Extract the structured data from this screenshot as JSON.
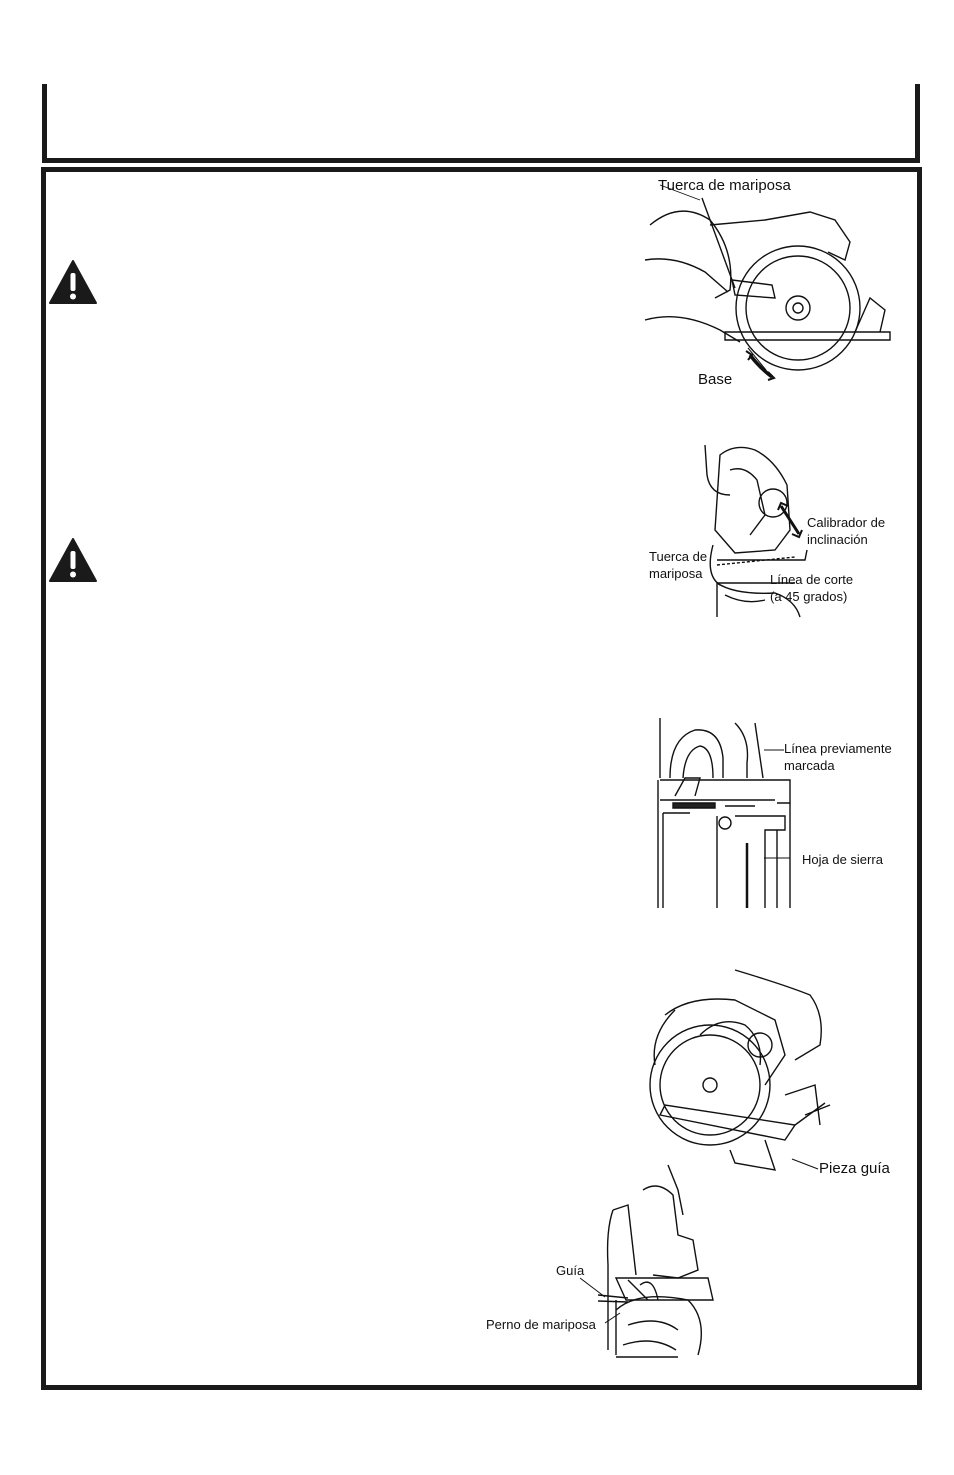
{
  "figures": {
    "fig1": {
      "label_nut": "Tuerca de mariposa",
      "label_base": "Base"
    },
    "fig2": {
      "label_gauge_1": "Calibrador de",
      "label_gauge_2": "inclinación",
      "label_nut_1": "Tuerca de",
      "label_nut_2": "mariposa",
      "label_line_1": "Línea de corte",
      "label_line_2": "(a 45 grados)"
    },
    "fig3": {
      "label_mark_1": "Línea previamente",
      "label_mark_2": "marcada",
      "label_blade": "Hoja de sierra"
    },
    "fig4": {
      "label_guide_piece": "Pieza guía"
    },
    "fig5": {
      "label_guide": "Guía",
      "label_bolt": "Perno de mariposa"
    }
  },
  "icons": {
    "warning_1": "warning-triangle-icon",
    "warning_2": "warning-triangle-icon"
  },
  "colors": {
    "ink": "#1a1a1a",
    "paper": "#ffffff"
  }
}
